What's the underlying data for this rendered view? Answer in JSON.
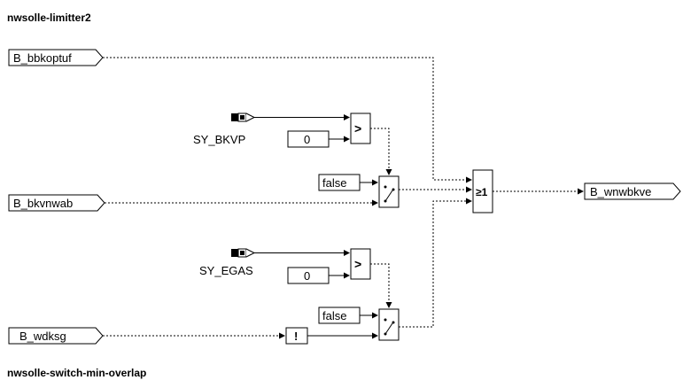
{
  "titles": {
    "top": "nwsolle-limitter2",
    "bottom": "nwsolle-switch-min-overlap"
  },
  "inputs": {
    "bbkoptuf": "B_bbkoptuf",
    "bkvnwab": "B_bkvnwab",
    "wdksg": "B_wdksg"
  },
  "output": "B_wnwbkve",
  "system_constants": {
    "bkvp": "SY_BKVP",
    "egas": "SY_EGAS"
  },
  "constants": {
    "zero": "0",
    "false": "false"
  },
  "operators": {
    "greater": ">",
    "or": "≥1",
    "not": "!"
  }
}
